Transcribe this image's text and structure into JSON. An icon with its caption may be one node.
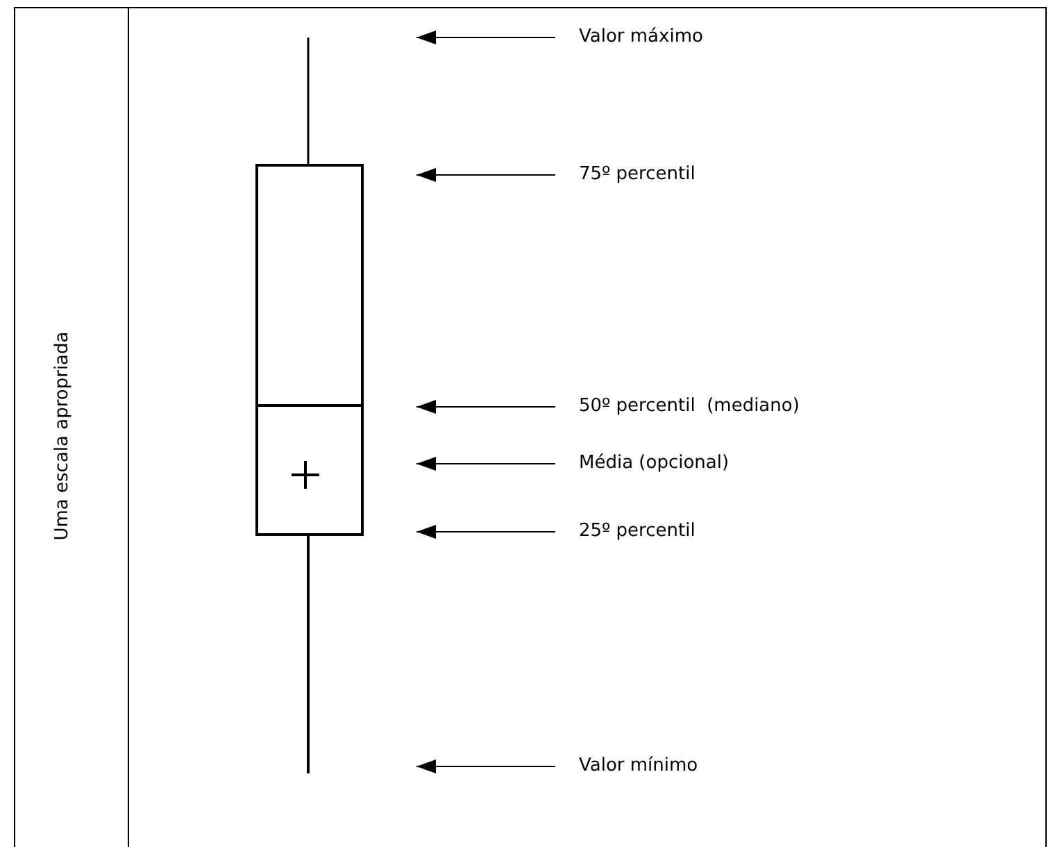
{
  "diagram": {
    "nodes": [
      {
        "text": [
          "Valor máximo"
        ]
      },
      {
        "text": [
          "75º percentil"
        ]
      },
      {
        "text": [
          "50º percentil  (mediano)"
        ]
      },
      {
        "text": [
          "Média (opcional)"
        ]
      },
      {
        "text": [
          "25º percentil"
        ]
      },
      {
        "text": [
          "Valor mínimo"
        ]
      }
    ],
    "edges": [
      {
        "from": 0,
        "to": null,
        "arrow": "to"
      },
      {
        "from": 1,
        "to": null,
        "arrow": "to"
      },
      {
        "from": 2,
        "to": null,
        "arrow": "to"
      },
      {
        "from": 3,
        "to": null,
        "arrow": "to"
      },
      {
        "from": 4,
        "to": null,
        "arrow": "to"
      },
      {
        "from": 5,
        "to": null,
        "arrow": "to"
      }
    ],
    "labels": [
      "Uma escala apropriada"
    ]
  }
}
